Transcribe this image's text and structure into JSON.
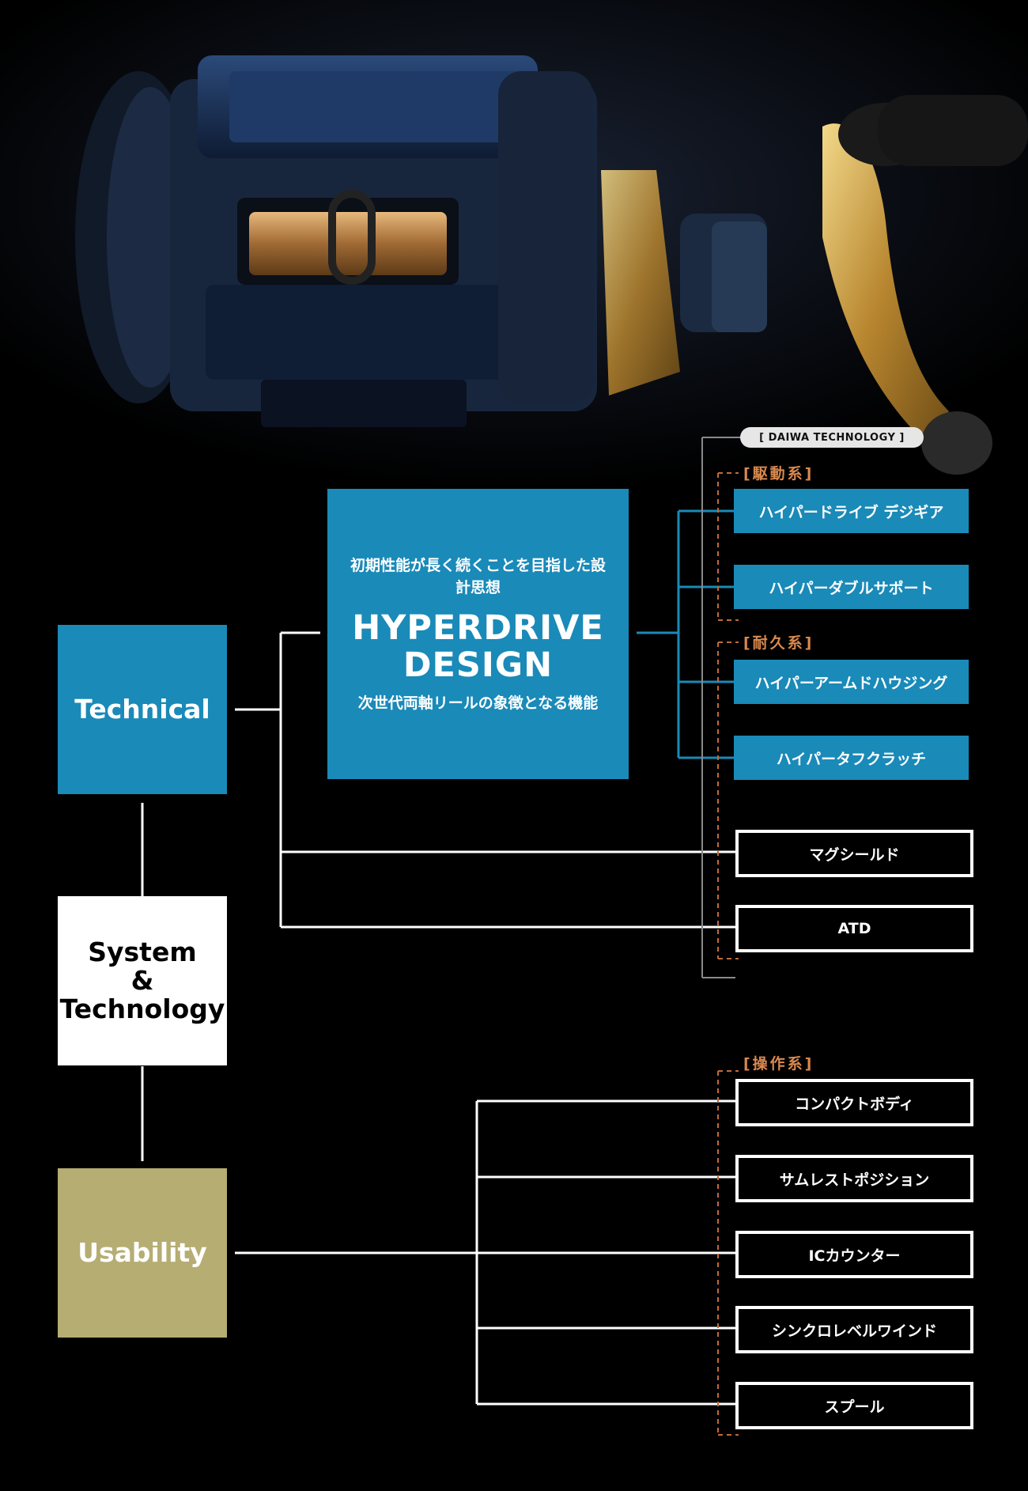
{
  "badge": "[ DAIWA TECHNOLOGY ]",
  "categories": {
    "technical": "Technical",
    "system": [
      "System",
      "&",
      "Technology"
    ],
    "usability": "Usability"
  },
  "hyperdrive": {
    "subtitle": "初期性能が長く続くことを目指した設計思想",
    "title": "HYPERDRIVE\nDESIGN",
    "caption": "次世代両軸リールの象徴となる機能"
  },
  "groups": {
    "drive": "[駆動系]",
    "durability": "[耐久系]",
    "operation": "[操作系]"
  },
  "hyperdrive_items": [
    "ハイパードライブ デジギア",
    "ハイパーダブルサポート",
    "ハイパーアームドハウジング",
    "ハイパータフクラッチ"
  ],
  "technical_items": [
    "マグシールド",
    "ATD"
  ],
  "usability_items": [
    "コンパクトボディ",
    "サムレストポジション",
    "ICカウンター",
    "シンクロレベルワインド",
    "スプール"
  ],
  "colors": {
    "background": "#000000",
    "technical": "#1a8ab8",
    "usability": "#b6ad73",
    "system": "#ffffff",
    "group_label": "#d9894e"
  }
}
